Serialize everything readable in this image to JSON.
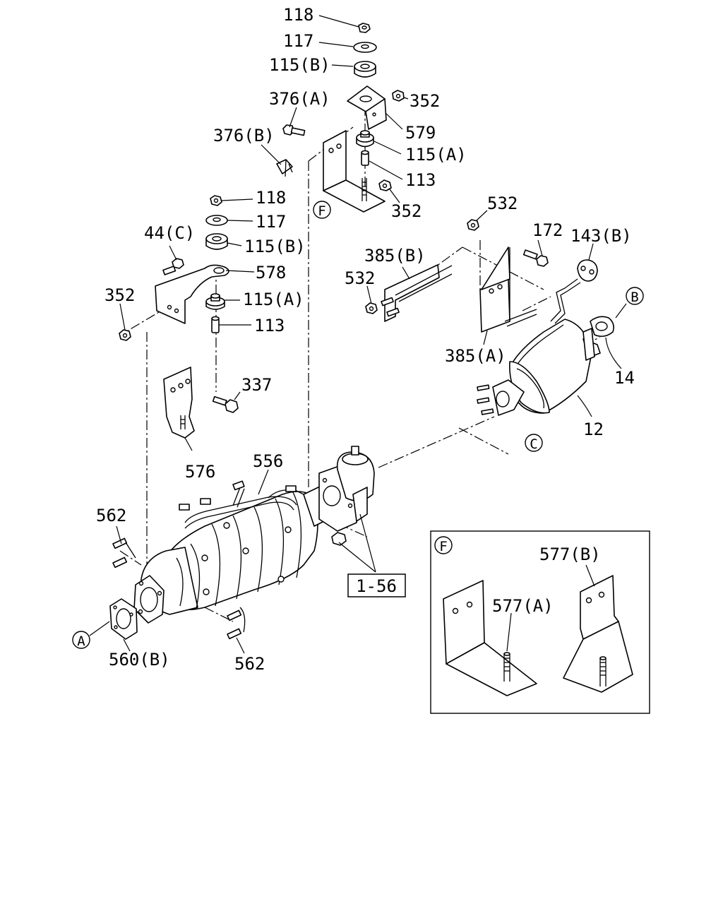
{
  "labels": {
    "p118_top": "118",
    "p117_top": "117",
    "p115b_top": "115(B)",
    "p376a": "376(A)",
    "p352_top": "352",
    "p579": "579",
    "p376b": "376(B)",
    "p115a_top": "115(A)",
    "p113_top": "113",
    "p352_mid": "352",
    "p118_mid": "118",
    "p117_mid": "117",
    "p44c": "44(C)",
    "p115b_mid": "115(B)",
    "p578": "578",
    "p352_left": "352",
    "p115a_mid": "115(A)",
    "p113_mid": "113",
    "p337": "337",
    "p576": "576",
    "p532_top": "532",
    "p172": "172",
    "p143b": "143(B)",
    "p385b": "385(B)",
    "p532_left": "532",
    "p385a": "385(A)",
    "p14": "14",
    "p12": "12",
    "p556": "556",
    "p562_top": "562",
    "p562_bot": "562",
    "p560b": "560(B)",
    "p577b": "577(B)",
    "p577a": "577(A)"
  },
  "refs": {
    "ref_1_56": "1-56"
  },
  "callouts": {
    "A": "A",
    "B": "B",
    "C": "C",
    "F_main": "F",
    "F_inset": "F"
  }
}
